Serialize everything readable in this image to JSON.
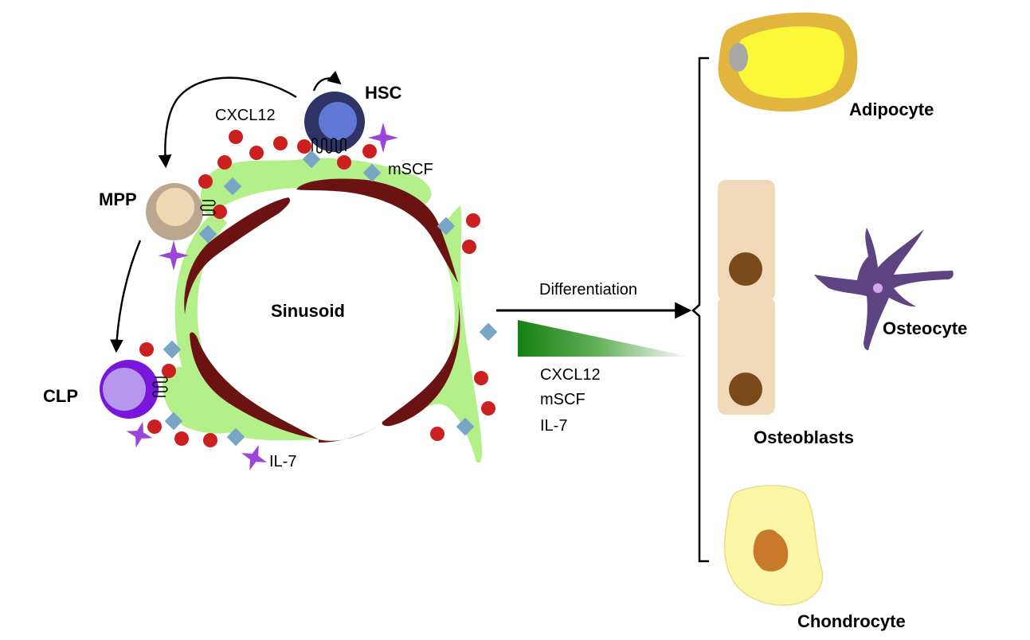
{
  "labels": {
    "hsc": "HSC",
    "mpp": "MPP",
    "clp": "CLP",
    "sinusoid": "Sinusoid",
    "cxcl12_top": "CXCL12",
    "mscf_top": "mSCF",
    "il7_bottom": "IL-7",
    "differentiation": "Differentiation",
    "gradient_cxcl12": "CXCL12",
    "gradient_mscf": "mSCF",
    "gradient_il7": "IL-7",
    "adipocyte": "Adipocyte",
    "osteoblasts": "Osteoblasts",
    "osteocyte": "Osteocyte",
    "chondrocyte": "Chondrocyte"
  },
  "colors": {
    "niche_green": "#b4f08a",
    "sinusoid_wall": "#6b1313",
    "red_dot": "#cc2020",
    "diamond": "#7aa6c6",
    "star": "#9a46d8",
    "hsc_outer": "#2e3566",
    "hsc_inner": "#5f78d6",
    "mpp_outer": "#bba78f",
    "mpp_inner": "#efd9b4",
    "clp_outer": "#7a16dc",
    "clp_inner": "#b697ee",
    "gradient_start": "#158013",
    "adipocyte_outer": "#e1b53e",
    "adipocyte_inner": "#fbf837",
    "osteoblast_body": "#efd9b8",
    "osteoblast_nucleus": "#7b4a1a",
    "osteocyte": "#5e4483",
    "chondrocyte_outer": "#fbf6a6",
    "chondrocyte_nucleus": "#c87a2a"
  }
}
